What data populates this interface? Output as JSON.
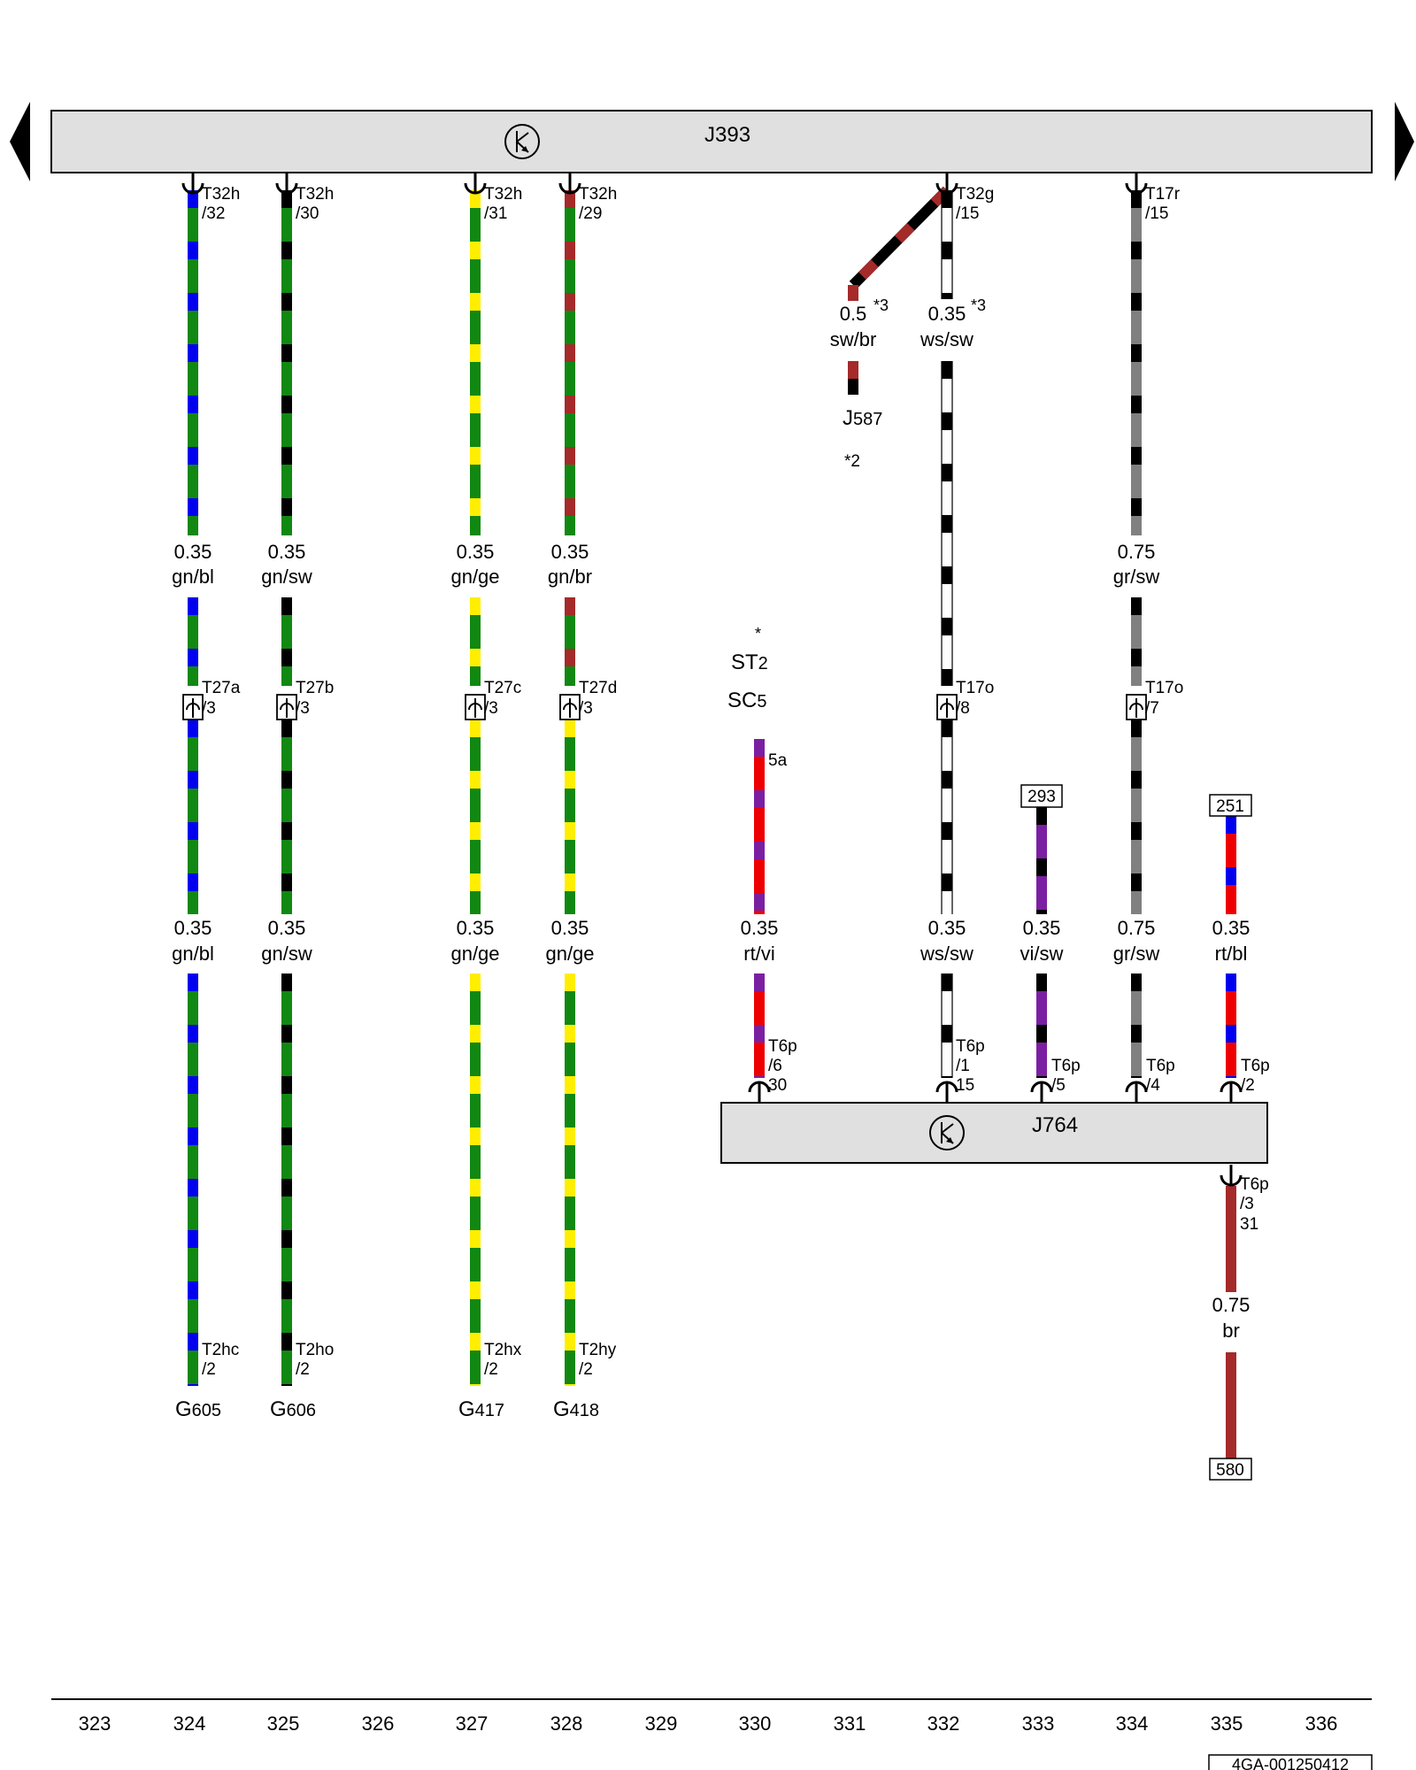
{
  "colors": {
    "gn": "#118811",
    "bl": "#0000ee",
    "sw": "#000000",
    "ge": "#ffee00",
    "br": "#a52a2a",
    "ws": "#ffffff",
    "gr": "#808080",
    "rt": "#ee0000",
    "vi": "#7b1fa2",
    "module_fill": "#e0e0e0"
  },
  "modules": [
    {
      "id": "J393",
      "name": "J393"
    },
    {
      "id": "J764",
      "name": "J764"
    }
  ],
  "wires": [
    {
      "id": "w324a",
      "size": "0.35",
      "color": "gn/bl",
      "c1": "gn",
      "c2": "bl"
    },
    {
      "id": "w325a",
      "size": "0.35",
      "color": "gn/sw",
      "c1": "gn",
      "c2": "sw"
    },
    {
      "id": "w327a",
      "size": "0.35",
      "color": "gn/ge",
      "c1": "gn",
      "c2": "ge"
    },
    {
      "id": "w328a",
      "size": "0.35",
      "color": "gn/br",
      "c1": "gn",
      "c2": "br"
    },
    {
      "id": "w331",
      "size": "0.5",
      "color": "sw/br",
      "c1": "sw",
      "c2": "br",
      "note": "*3"
    },
    {
      "id": "w332a",
      "size": "0.35",
      "color": "ws/sw",
      "c1": "ws",
      "c2": "sw",
      "note": "*3"
    },
    {
      "id": "w334a",
      "size": "0.75",
      "color": "gr/sw",
      "c1": "gr",
      "c2": "sw"
    },
    {
      "id": "w324b",
      "size": "0.35",
      "color": "gn/bl",
      "c1": "gn",
      "c2": "bl"
    },
    {
      "id": "w325b",
      "size": "0.35",
      "color": "gn/sw",
      "c1": "gn",
      "c2": "sw"
    },
    {
      "id": "w327b",
      "size": "0.35",
      "color": "gn/ge",
      "c1": "gn",
      "c2": "ge"
    },
    {
      "id": "w328b",
      "size": "0.35",
      "color": "gn/ge",
      "c1": "gn",
      "c2": "ge"
    },
    {
      "id": "w330",
      "size": "0.35",
      "color": "rt/vi",
      "c1": "rt",
      "c2": "vi"
    },
    {
      "id": "w332b",
      "size": "0.35",
      "color": "ws/sw",
      "c1": "ws",
      "c2": "sw"
    },
    {
      "id": "w333",
      "size": "0.35",
      "color": "vi/sw",
      "c1": "vi",
      "c2": "sw"
    },
    {
      "id": "w334b",
      "size": "0.75",
      "color": "gr/sw",
      "c1": "gr",
      "c2": "sw"
    },
    {
      "id": "w335a",
      "size": "0.35",
      "color": "rt/bl",
      "c1": "rt",
      "c2": "bl"
    },
    {
      "id": "w335b",
      "size": "0.75",
      "color": "br",
      "c1": "br",
      "c2": "br"
    }
  ],
  "pins": [
    {
      "id": "p1",
      "code": "T32h",
      "num": "/32"
    },
    {
      "id": "p2",
      "code": "T32h",
      "num": "/30"
    },
    {
      "id": "p3",
      "code": "T32h",
      "num": "/31"
    },
    {
      "id": "p4",
      "code": "T32h",
      "num": "/29"
    },
    {
      "id": "p5",
      "code": "T32g",
      "num": "/15"
    },
    {
      "id": "p6",
      "code": "T17r",
      "num": "/15"
    },
    {
      "id": "p7",
      "code": "T27a",
      "num": "/3"
    },
    {
      "id": "p8",
      "code": "T27b",
      "num": "/3"
    },
    {
      "id": "p9",
      "code": "T27c",
      "num": "/3"
    },
    {
      "id": "p10",
      "code": "T27d",
      "num": "/3"
    },
    {
      "id": "p11",
      "code": "T17o",
      "num": "/8"
    },
    {
      "id": "p12",
      "code": "T17o",
      "num": "/7"
    },
    {
      "id": "p13",
      "code": "T6p",
      "num": "/6",
      "extra": "30"
    },
    {
      "id": "p14",
      "code": "T6p",
      "num": "/1",
      "extra": "15"
    },
    {
      "id": "p15",
      "code": "T6p",
      "num": "/5"
    },
    {
      "id": "p16",
      "code": "T6p",
      "num": "/4"
    },
    {
      "id": "p17",
      "code": "T6p",
      "num": "/2"
    },
    {
      "id": "p18",
      "code": "T6p",
      "num": "/3",
      "extra": "31"
    },
    {
      "id": "p19",
      "code": "T2hc",
      "num": "/2"
    },
    {
      "id": "p20",
      "code": "T2ho",
      "num": "/2"
    },
    {
      "id": "p21",
      "code": "T2hx",
      "num": "/2"
    },
    {
      "id": "p22",
      "code": "T2hy",
      "num": "/2"
    }
  ],
  "components": [
    {
      "id": "c1",
      "prefix": "G",
      "sub": "605"
    },
    {
      "id": "c2",
      "prefix": "G",
      "sub": "606"
    },
    {
      "id": "c3",
      "prefix": "G",
      "sub": "417"
    },
    {
      "id": "c4",
      "prefix": "G",
      "sub": "418"
    },
    {
      "id": "c5",
      "prefix": "J",
      "sub": "587"
    }
  ],
  "footnotes": {
    "j587": "*2",
    "st_star": "*",
    "wire_5a": "5a"
  },
  "fuse_labels": [
    {
      "id": "st",
      "prefix": "ST",
      "sub": "2"
    },
    {
      "id": "sc",
      "prefix": "SC",
      "sub": "5"
    }
  ],
  "references": [
    {
      "id": "r293",
      "text": "293"
    },
    {
      "id": "r251",
      "text": "251"
    },
    {
      "id": "r580",
      "text": "580"
    }
  ],
  "column_numbers": [
    "323",
    "324",
    "325",
    "326",
    "327",
    "328",
    "329",
    "330",
    "331",
    "332",
    "333",
    "334",
    "335",
    "336"
  ],
  "doc_id": "4GA-001250412"
}
